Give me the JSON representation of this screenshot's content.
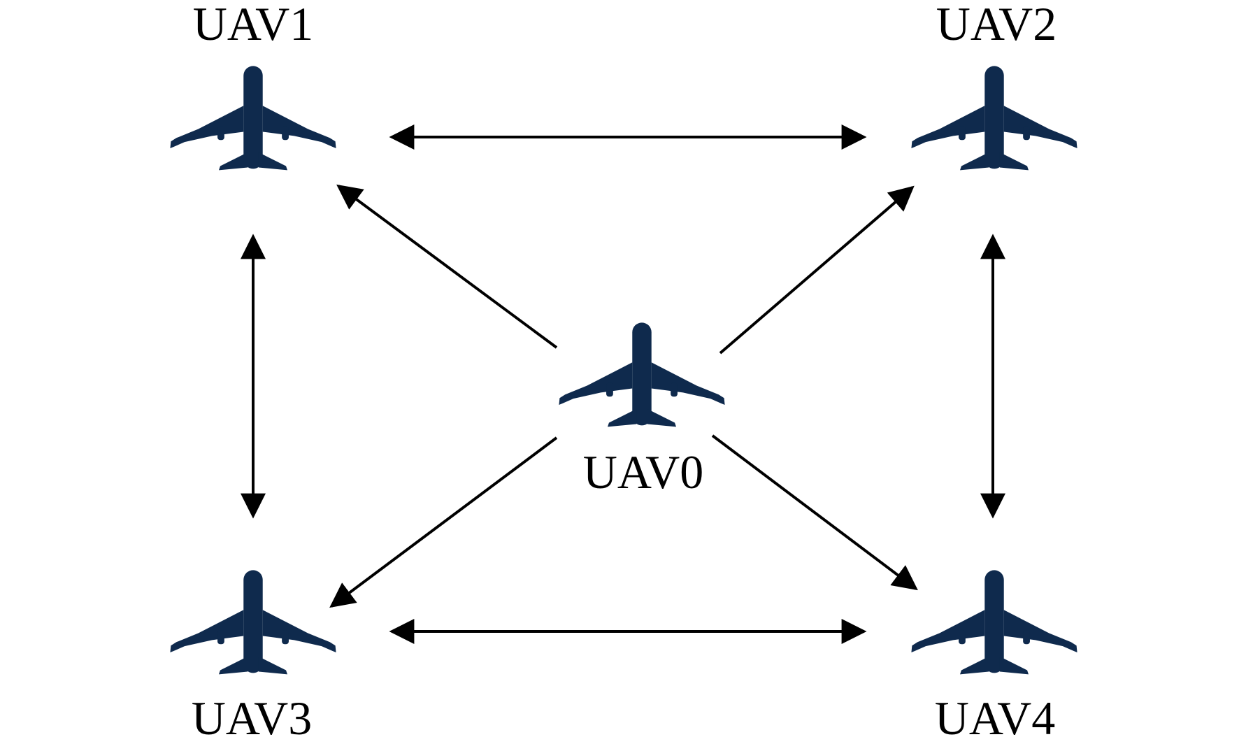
{
  "colors": {
    "aircraft": "#0f2a4d",
    "arrow": "#000000",
    "background": "#ffffff"
  },
  "nodes": {
    "uav0": {
      "label": "UAV0",
      "icon": "airplane-icon"
    },
    "uav1": {
      "label": "UAV1",
      "icon": "airplane-icon"
    },
    "uav2": {
      "label": "UAV2",
      "icon": "airplane-icon"
    },
    "uav3": {
      "label": "UAV3",
      "icon": "airplane-icon"
    },
    "uav4": {
      "label": "UAV4",
      "icon": "airplane-icon"
    }
  },
  "edges": [
    {
      "from": "UAV1",
      "to": "UAV2",
      "direction": "bidirectional"
    },
    {
      "from": "UAV3",
      "to": "UAV4",
      "direction": "bidirectional"
    },
    {
      "from": "UAV1",
      "to": "UAV3",
      "direction": "bidirectional"
    },
    {
      "from": "UAV2",
      "to": "UAV4",
      "direction": "bidirectional"
    },
    {
      "from": "UAV0",
      "to": "UAV1",
      "direction": "directed"
    },
    {
      "from": "UAV0",
      "to": "UAV2",
      "direction": "directed"
    },
    {
      "from": "UAV0",
      "to": "UAV3",
      "direction": "directed"
    },
    {
      "from": "UAV0",
      "to": "UAV4",
      "direction": "directed"
    }
  ]
}
